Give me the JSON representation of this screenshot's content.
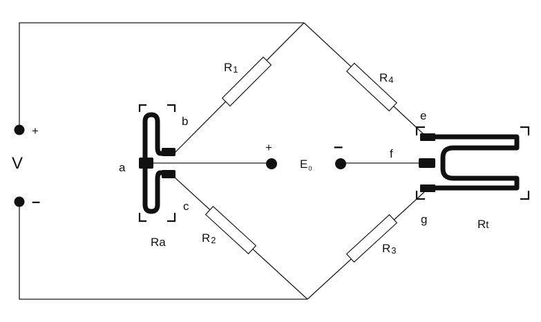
{
  "source": {
    "label": "V",
    "plus": "+",
    "minus": "–"
  },
  "output": {
    "label": "E",
    "subscript": "0",
    "plus": "+",
    "minus": "–"
  },
  "nodes": {
    "a": "a",
    "b": "b",
    "c": "c",
    "e": "e",
    "f": "f",
    "g": "g"
  },
  "resistors": {
    "r1": {
      "main": "R",
      "sub": "1"
    },
    "r2": {
      "main": "R",
      "sub": "2"
    },
    "r3": {
      "main": "R",
      "sub": "3"
    },
    "r4": {
      "main": "R",
      "sub": "4"
    }
  },
  "gauges": {
    "ra": {
      "main": "R",
      "sub": "a"
    },
    "rt": {
      "main": "R",
      "sub": "t"
    }
  }
}
